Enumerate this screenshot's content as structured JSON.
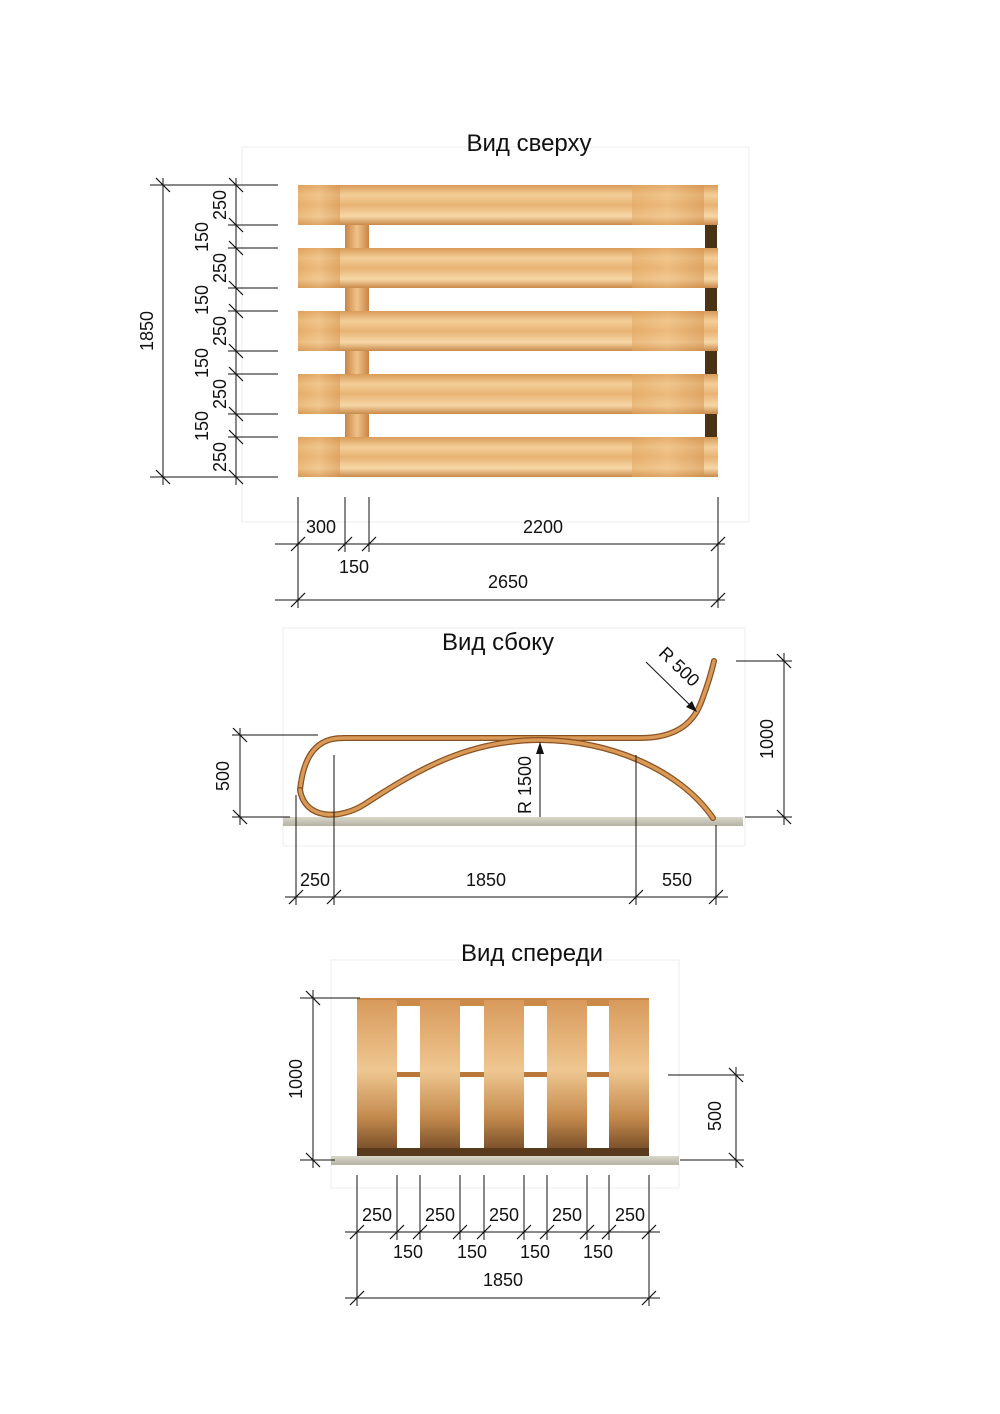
{
  "views": {
    "top": {
      "title": "Вид сверху",
      "height_total": "1850",
      "slat_widths": [
        "250",
        "250",
        "250",
        "250",
        "250"
      ],
      "gap_widths": [
        "150",
        "150",
        "150",
        "150"
      ],
      "dim_300": "300",
      "dim_150": "150",
      "dim_2200": "2200",
      "dim_2650": "2650"
    },
    "side": {
      "title": "Вид сбоку",
      "radius_small": "R 500",
      "radius_large": "R 1500",
      "height_left": "500",
      "height_right": "1000",
      "dim_250": "250",
      "dim_1850": "1850",
      "dim_550": "550"
    },
    "front": {
      "title": "Вид спереди",
      "height_total": "1000",
      "height_mid": "500",
      "slat_widths": [
        "250",
        "250",
        "250",
        "250",
        "250"
      ],
      "gap_widths": [
        "150",
        "150",
        "150",
        "150"
      ],
      "width_total": "1850"
    }
  },
  "colors": {
    "wood_light": "#f2c98c",
    "wood_mid": "#dfa461",
    "wood_dark": "#b9773a",
    "curve": "#b46f33",
    "ground": "#c9c8b8",
    "ink": "#111111"
  }
}
